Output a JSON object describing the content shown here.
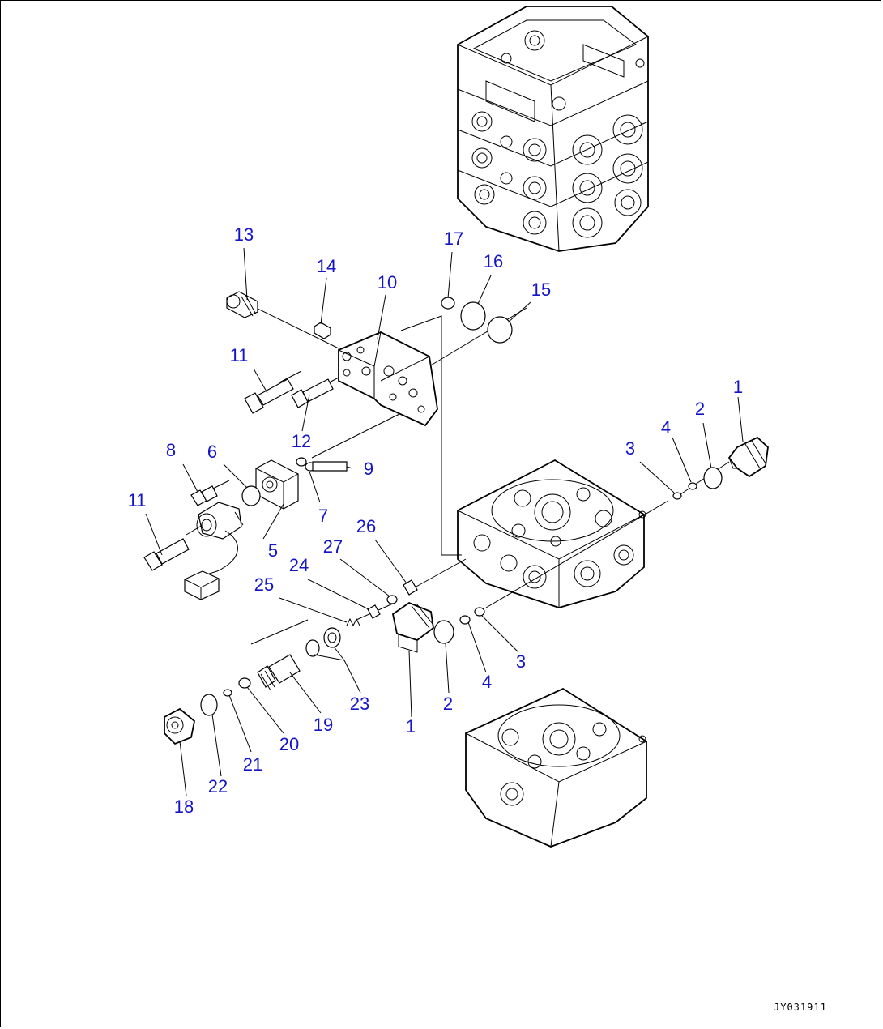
{
  "colors": {
    "callout": "#1414c8",
    "line": "#000000",
    "background": "#ffffff"
  },
  "callouts": [
    "1",
    "2",
    "3",
    "4",
    "2",
    "4",
    "3",
    "1",
    "5",
    "6",
    "7",
    "8",
    "9",
    "10",
    "11",
    "11",
    "12",
    "13",
    "14",
    "15",
    "16",
    "17",
    "18",
    "19",
    "20",
    "21",
    "22",
    "23",
    "24",
    "25",
    "26",
    "27"
  ],
  "diagram_code": "JY031911"
}
